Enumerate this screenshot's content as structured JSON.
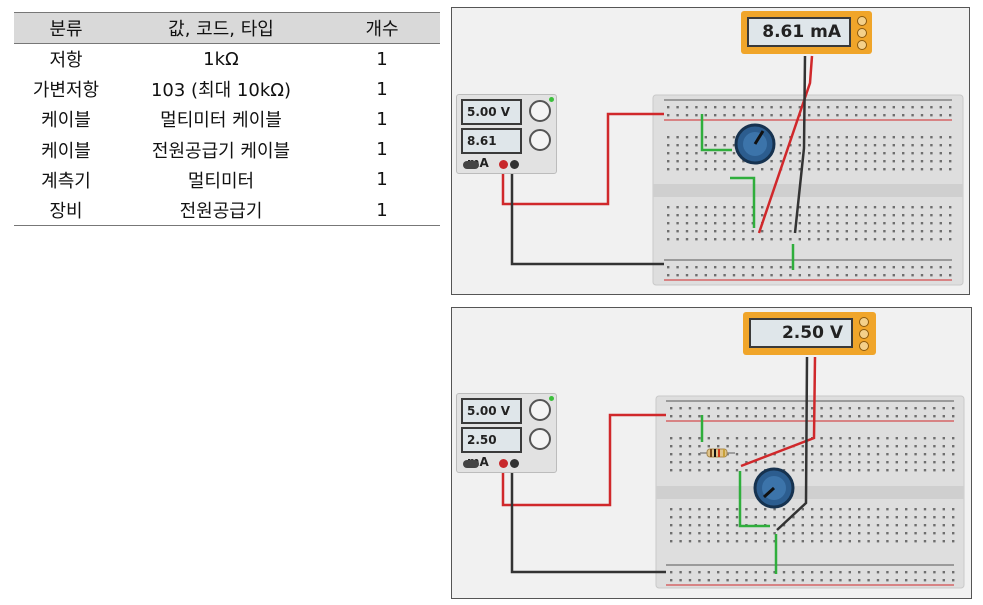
{
  "table": {
    "headers": [
      "분류",
      "값, 코드, 타입",
      "개수"
    ],
    "rows": [
      [
        "저항",
        "1kΩ",
        "1"
      ],
      [
        "가변저항",
        "103 (최대 10kΩ)",
        "1"
      ],
      [
        "케이블",
        "멀티미터 케이블",
        "1"
      ],
      [
        "케이블",
        "전원공급기 케이블",
        "1"
      ],
      [
        "계측기",
        "멀티미터",
        "1"
      ],
      [
        "장비",
        "전원공급기",
        "1"
      ]
    ]
  },
  "circuit1": {
    "psu_voltage": "5.00 V",
    "psu_current": "8.61 mA",
    "meter_reading": "8.61 mA"
  },
  "circuit2": {
    "psu_voltage": "5.00 V",
    "psu_current": "2.50 mA",
    "meter_reading": "2.50 V"
  },
  "colors": {
    "wire_red": "#d0282b",
    "wire_black": "#333333",
    "wire_green": "#2fae3c",
    "meter_body": "#f0a52a",
    "pot_knob": "#2c5d8f",
    "breadboard": "#dedede"
  }
}
